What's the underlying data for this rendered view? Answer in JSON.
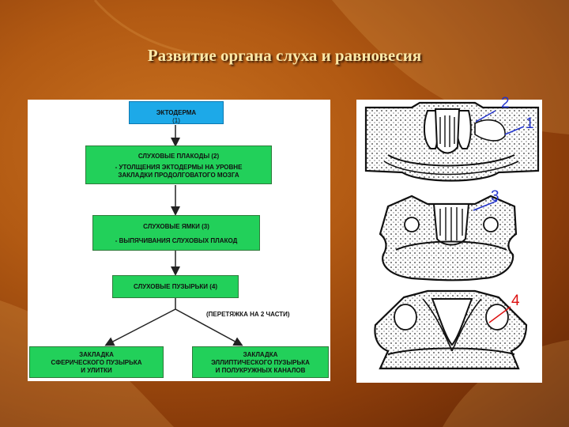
{
  "title": "Развитие органа слуха и равновесия",
  "flowchart": {
    "ectoderm": {
      "label": "ЭКТОДЕРМА",
      "num": "(1)"
    },
    "placodes": {
      "label": "СЛУХОВЫЕ ПЛАКОДЫ (2)",
      "desc1": "- УТОЛЩЕНИЯ ЭКТОДЕРМЫ НА УРОВНЕ",
      "desc2": "ЗАКЛАДКИ ПРОДОЛГОВАТОГО МОЗГА"
    },
    "pits": {
      "label": "СЛУХОВЫЕ ЯМКИ (3)",
      "desc": "- ВЫПЯЧИВАНИЯ СЛУХОВЫХ ПЛАКОД"
    },
    "vesicles": {
      "label": "СЛУХОВЫЕ ПУЗЫРЬКИ (4)"
    },
    "constriction": "(ПЕРЕТЯЖКА НА 2 ЧАСТИ)",
    "left_branch": {
      "line1": "ЗАКЛАДКА",
      "line2": "СФЕРИЧЕСКОГО ПУЗЫРЬКА",
      "line3": "И УЛИТКИ"
    },
    "right_branch": {
      "line1": "ЗАКЛАДКА",
      "line2": "ЭЛЛИПТИЧЕСКОГО ПУЗЫРЬКА",
      "line3": "И ПОЛУКРУЖНЫХ КАНАЛОВ"
    }
  },
  "illustration": {
    "labels": [
      "2",
      "1",
      "3",
      "4"
    ],
    "colors": {
      "label_blue": "#2233cc",
      "label_red": "#dd1111"
    }
  },
  "colors": {
    "box_blue": "#1da9e8",
    "box_green": "#22d05a",
    "title": "#fbe9a8"
  }
}
